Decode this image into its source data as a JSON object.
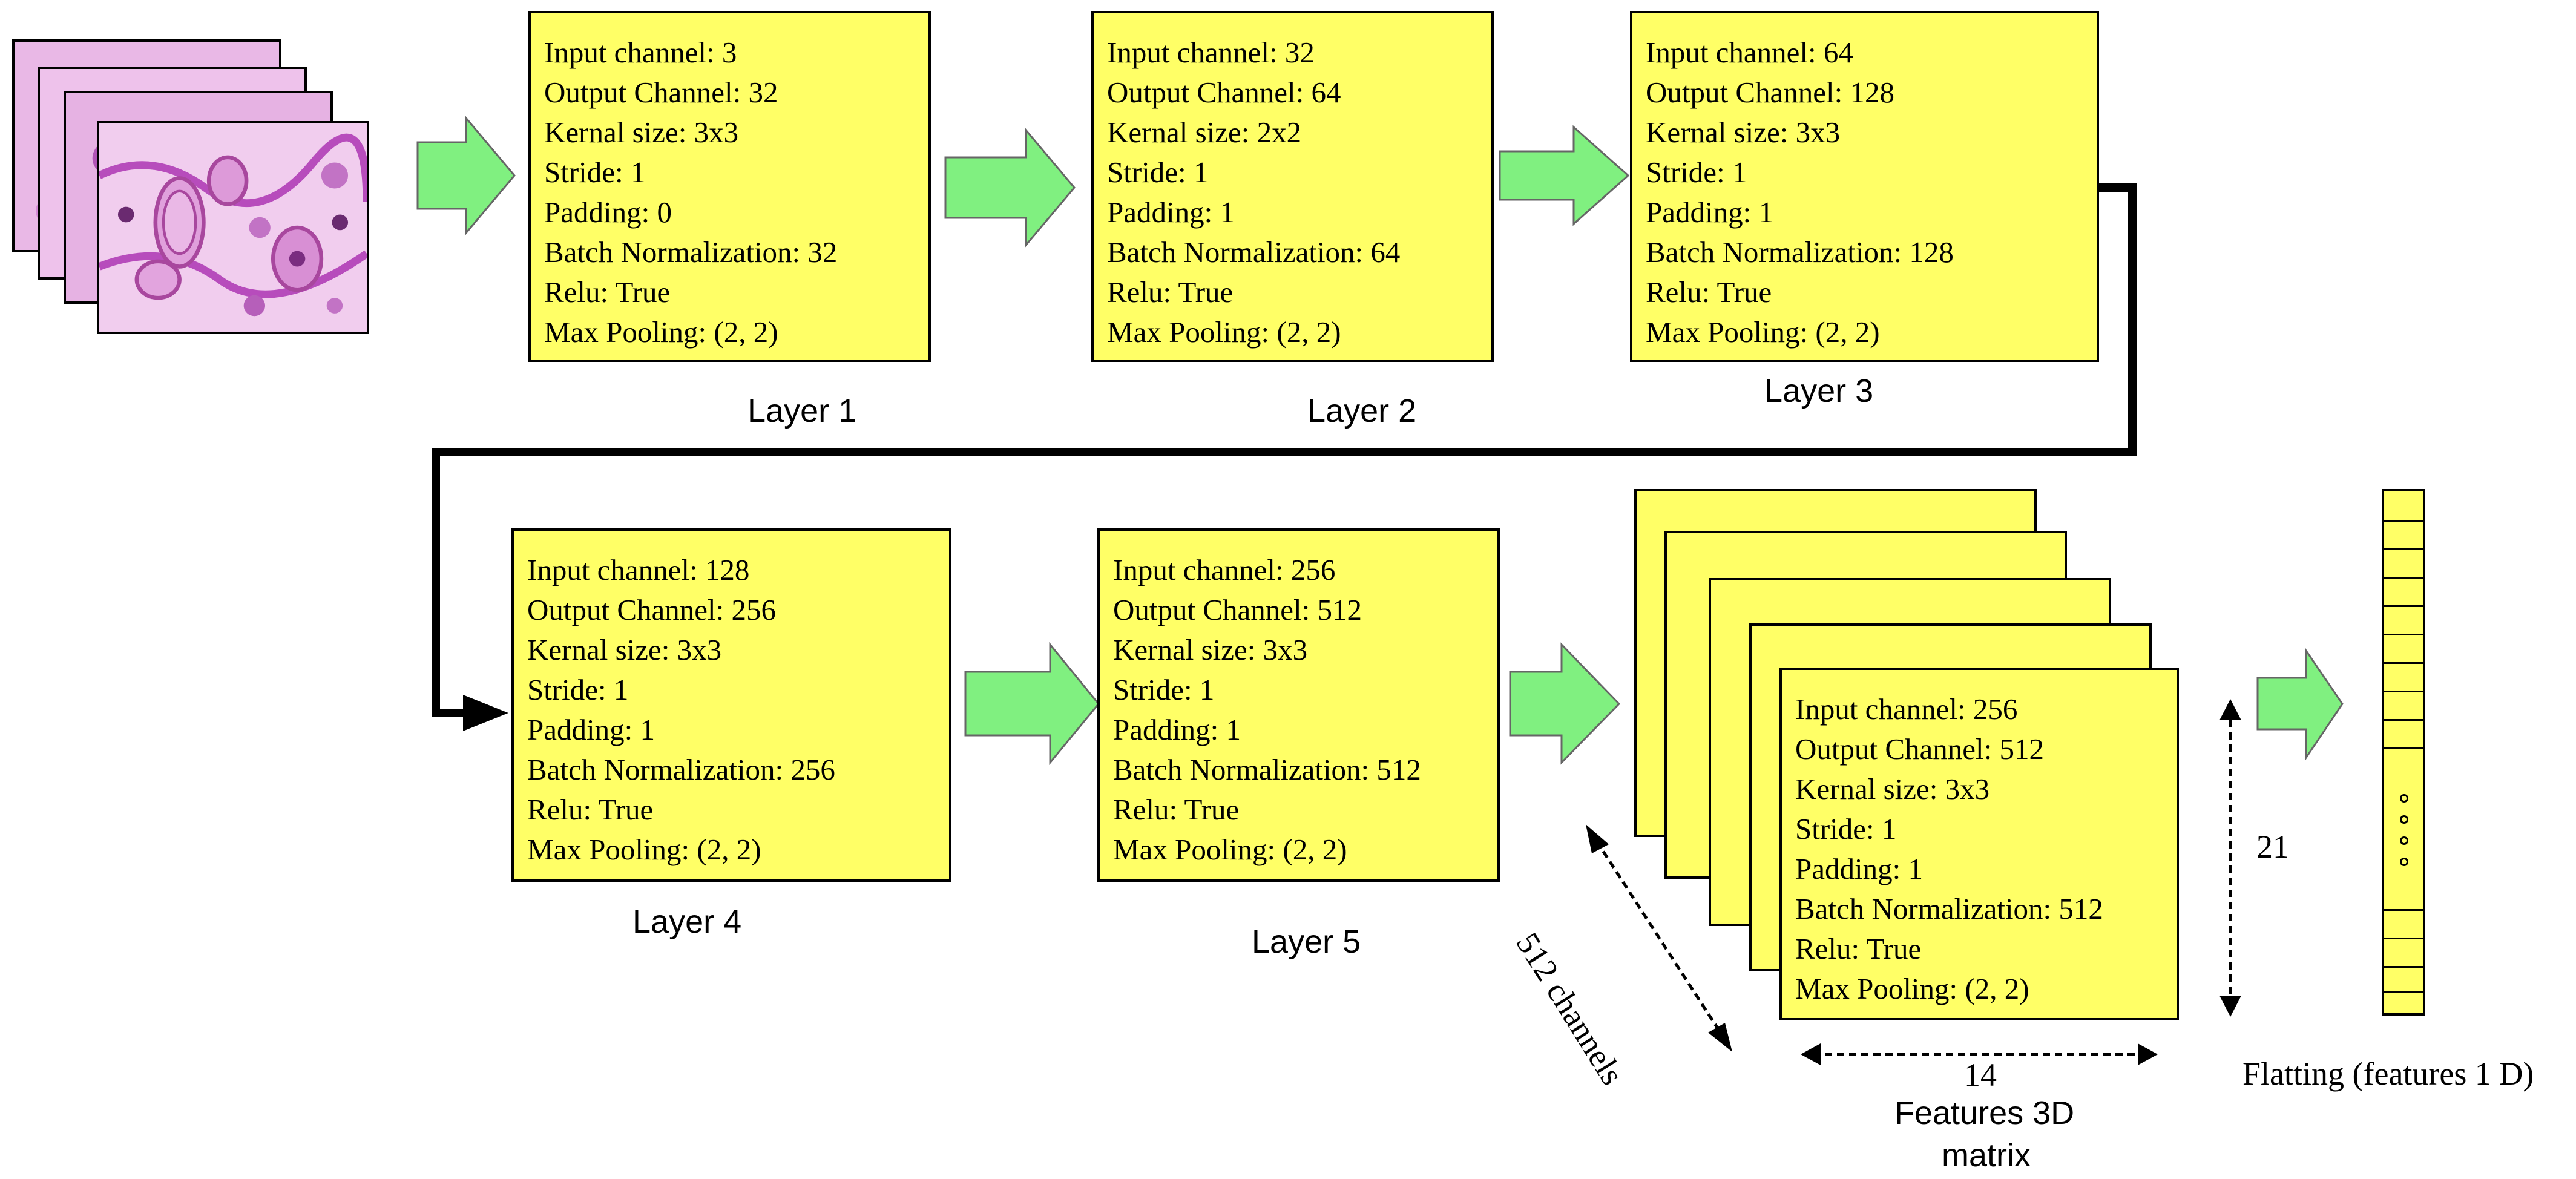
{
  "layers": [
    {
      "label": "Layer 1",
      "params": [
        "Input channel: 3",
        "Output Channel: 32",
        "Kernal size: 3x3",
        "Stride: 1",
        "Padding: 0",
        "Batch Normalization: 32",
        "Relu: True",
        "Max Pooling: (2, 2)"
      ]
    },
    {
      "label": "Layer 2",
      "params": [
        "Input channel: 32",
        "Output Channel: 64",
        "Kernal size: 2x2",
        "Stride: 1",
        "Padding: 1",
        "Batch Normalization: 64",
        "Relu: True",
        "Max Pooling: (2, 2)"
      ]
    },
    {
      "label": "Layer 3",
      "params": [
        "Input channel: 64",
        "Output Channel: 128",
        "Kernal size: 3x3",
        "Stride: 1",
        "Padding: 1",
        "Batch Normalization: 128",
        "Relu: True",
        "Max Pooling: (2, 2)"
      ]
    },
    {
      "label": "Layer 4",
      "params": [
        "Input channel: 128",
        "Output Channel: 256",
        "Kernal size: 3x3",
        "Stride: 1",
        "Padding: 1",
        "Batch Normalization: 256",
        "Relu: True",
        "Max Pooling: (2, 2)"
      ]
    },
    {
      "label": "Layer 5",
      "params": [
        "Input channel: 256",
        "Output Channel: 512",
        "Kernal size: 3x3",
        "Stride: 1",
        "Padding: 1",
        "Batch Normalization: 512",
        "Relu: True",
        "Max Pooling: (2, 2)"
      ]
    }
  ],
  "features": {
    "params": [
      "Input channel: 256",
      "Output Channel: 512",
      "Kernal size: 3x3",
      "Stride: 1",
      "Padding: 1",
      "Batch Normalization: 512",
      "Relu: True",
      "Max Pooling: (2, 2)"
    ],
    "channels_label": "512 channels",
    "height_label": "21",
    "width_label": "14",
    "caption_line1": "Features 3D",
    "caption_line2": "matrix"
  },
  "flatten_label": "Flatting (features 1 D)",
  "colors": {
    "box_fill": "#ffff66",
    "arrow_fill": "#80f080",
    "tissue": "#c050c0"
  }
}
